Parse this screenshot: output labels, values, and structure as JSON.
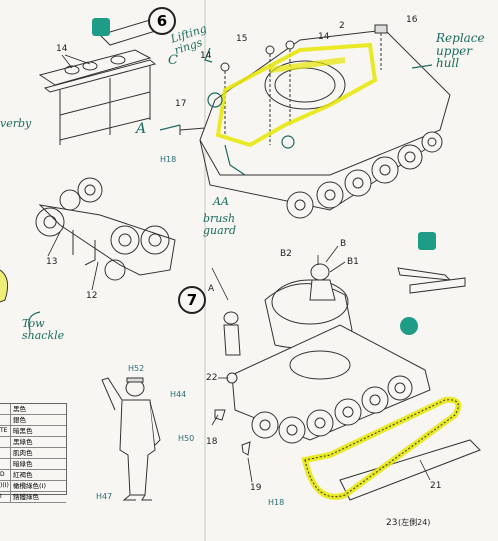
{
  "steps": {
    "step6": "6",
    "step7": "7"
  },
  "handwritten": {
    "lifting_rings": "Lifting\nrings",
    "replace_upper_hull": "Replace\nupper\nhull",
    "brush_guard": "brush\nguard",
    "tow_shackle": "Tow\nshackle",
    "overby_fragment": "verby",
    "marker_a": "A",
    "marker_aa": "AA",
    "hook_marker": "C"
  },
  "part_numbers": {
    "p14_left": "14",
    "p14_top": "14",
    "p14_right": "14",
    "p15": "15",
    "p2": "2",
    "p16": "16",
    "p17": "17",
    "p13": "13",
    "p12": "12",
    "pA": "A",
    "pB2": "B2",
    "pB": "B",
    "pB1": "B1",
    "p22": "22",
    "p18": "18",
    "p19": "19",
    "p21": "21",
    "p23": "23",
    "p23_note": "(左側24)"
  },
  "paint_callouts": {
    "h18": "H18",
    "h52": "H52",
    "h44": "H44",
    "h50": "H50",
    "h47": "H47",
    "h18b": "H18"
  },
  "legend": {
    "rows": [
      {
        "code": "",
        "name": "黑色"
      },
      {
        "code": "",
        "name": "銀色"
      },
      {
        "code": "TE",
        "name": "暗黑色"
      },
      {
        "code": "",
        "name": "黑綠色"
      },
      {
        "code": "",
        "name": "肌肉色"
      },
      {
        "code": "",
        "name": "暗綠色"
      },
      {
        "code": "D",
        "name": "紅褐色"
      },
      {
        "code": ")(I)",
        "name": "橄欖綠色(I)"
      },
      {
        "code": "I",
        "name": "鉻鐵綠色"
      }
    ]
  },
  "colors": {
    "highlight": "#e6e600",
    "pen": "#1b6b5e",
    "badge": "#1e9c86",
    "hp_text": "#2a6d75"
  }
}
